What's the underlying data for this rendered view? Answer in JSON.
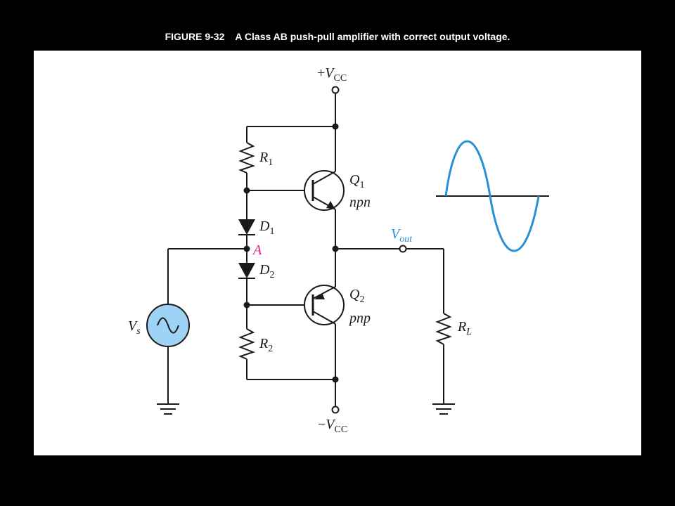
{
  "caption": {
    "figure_number": "FIGURE 9-32",
    "title": "A Class AB push-pull amplifier with correct output voltage."
  },
  "labels": {
    "vcc_pos": {
      "sign": "+",
      "letter": "V",
      "sub": "CC"
    },
    "vcc_neg": {
      "sign": "−",
      "letter": "V",
      "sub": "CC"
    },
    "r1": {
      "letter": "R",
      "sub": "1"
    },
    "r2": {
      "letter": "R",
      "sub": "2"
    },
    "d1": {
      "letter": "D",
      "sub": "1"
    },
    "d2": {
      "letter": "D",
      "sub": "2"
    },
    "q1": {
      "letter": "Q",
      "sub": "1",
      "type": "npn"
    },
    "q2": {
      "letter": "Q",
      "sub": "2",
      "type": "pnp"
    },
    "node_a": "A",
    "vout": {
      "letter": "V",
      "sub": "out"
    },
    "vs": {
      "letter": "V",
      "sub": "s"
    },
    "rl": {
      "letter": "R",
      "sub": "L"
    }
  },
  "colors": {
    "background": "#000000",
    "panel": "#ffffff",
    "wire": "#1a1a1a",
    "vout_label": "#2a8fd4",
    "node_a_label": "#e0218a",
    "source_fill": "#9fd3f5",
    "waveform": "#2a8fd4"
  }
}
